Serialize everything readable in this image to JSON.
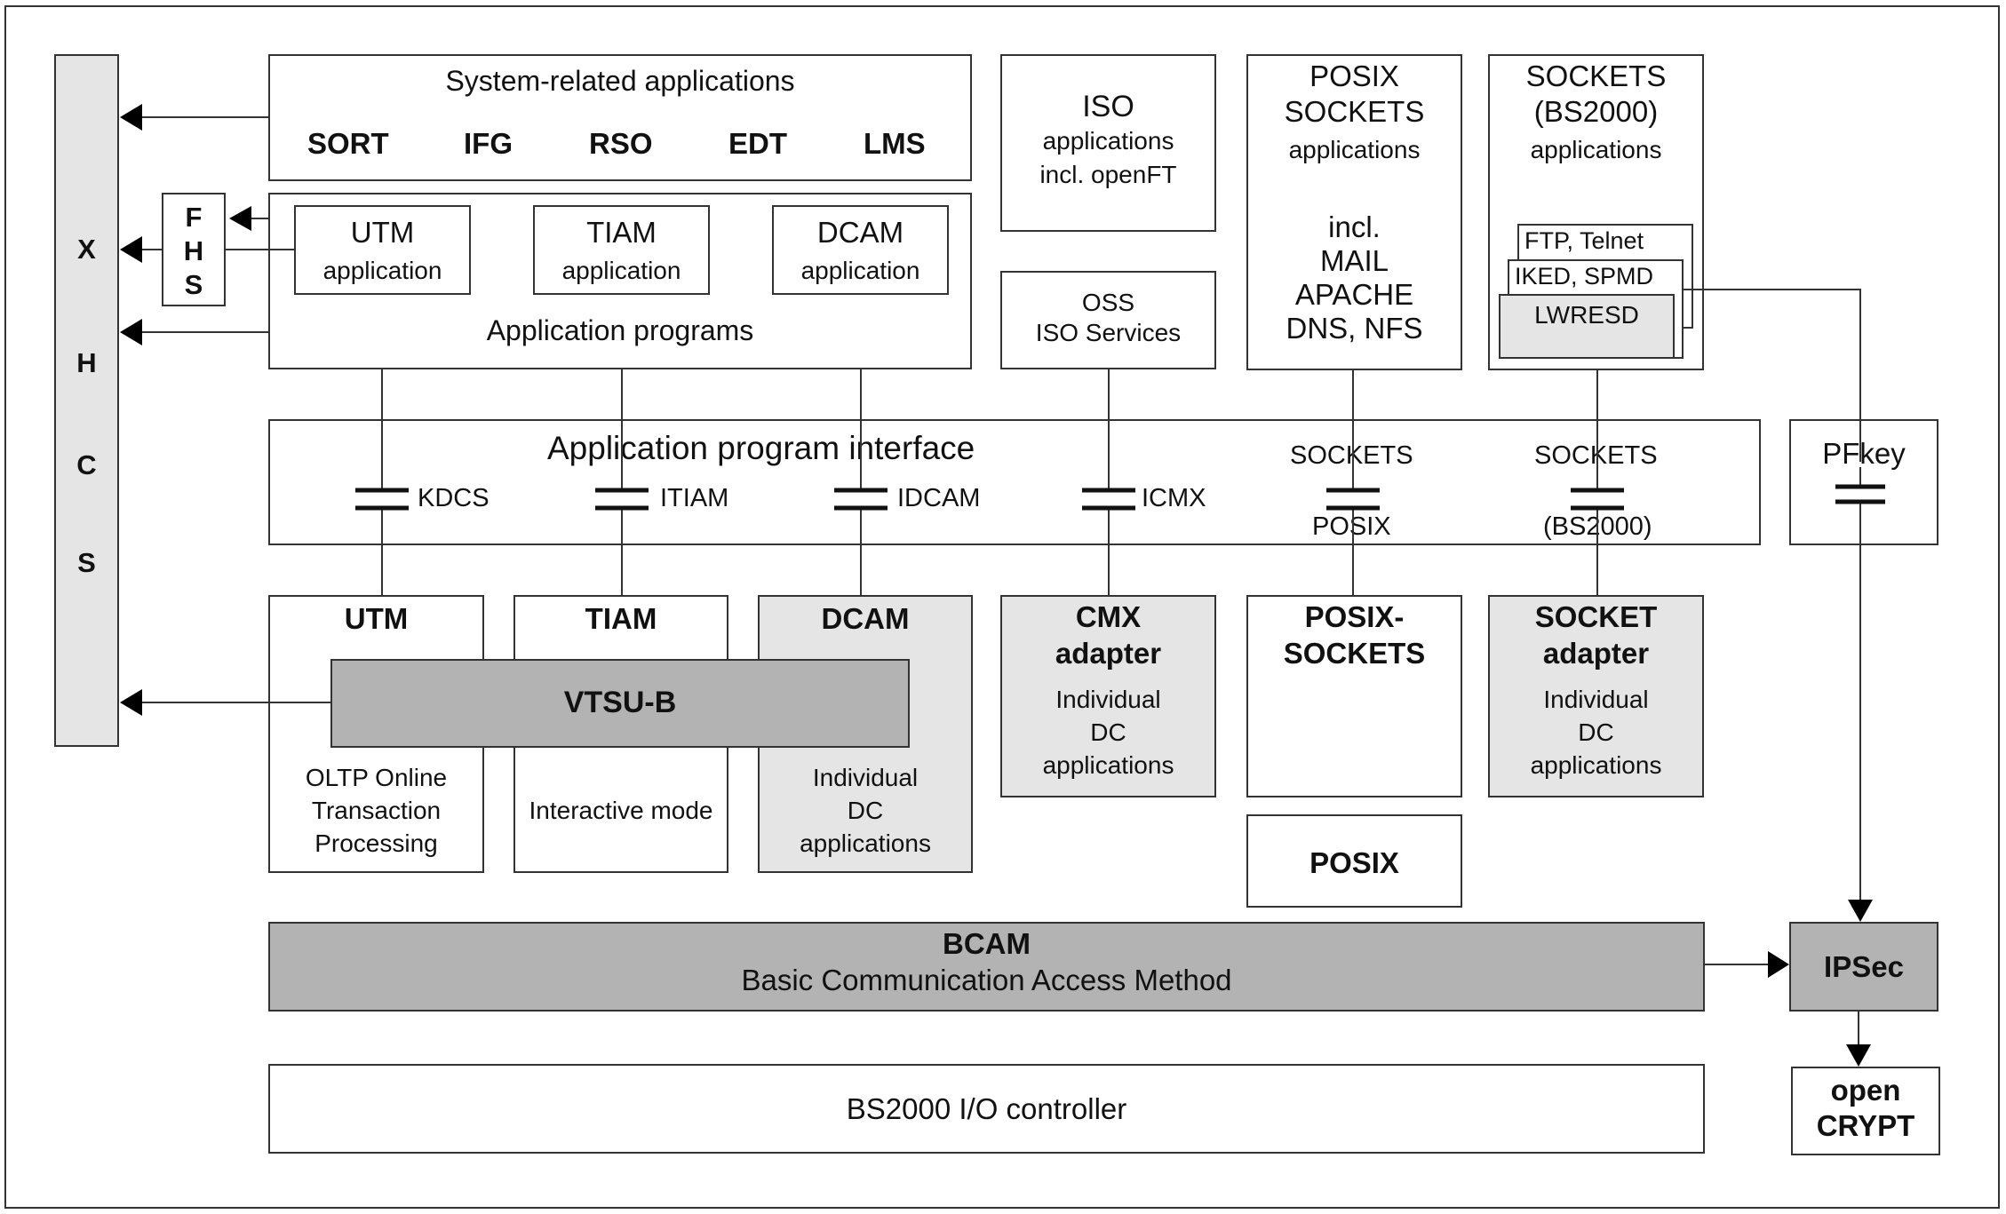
{
  "xhcs": {
    "letters": [
      "X",
      "H",
      "C",
      "S"
    ]
  },
  "fhs": {
    "letters": [
      "F",
      "H",
      "S"
    ]
  },
  "system_apps": {
    "title": "System-related applications",
    "items": [
      "SORT",
      "IFG",
      "RSO",
      "EDT",
      "LMS"
    ]
  },
  "app_programs": {
    "title": "Application programs",
    "sub": [
      {
        "name": "UTM",
        "sub": "application"
      },
      {
        "name": "TIAM",
        "sub": "application"
      },
      {
        "name": "DCAM",
        "sub": "application"
      }
    ]
  },
  "iso_apps": {
    "lines": [
      "ISO",
      "applications",
      "incl. openFT"
    ]
  },
  "oss": {
    "lines": [
      "OSS",
      "ISO Services"
    ]
  },
  "posix_sockets_apps": {
    "lines": [
      "POSIX",
      "SOCKETS",
      "applications"
    ],
    "incl": [
      "incl.",
      "MAIL",
      "APACHE",
      "DNS, NFS"
    ]
  },
  "sockets_bs2000_apps": {
    "lines": [
      "SOCKETS",
      "(BS2000)",
      "applications"
    ],
    "stack": [
      "FTP, Telnet",
      "IKED, SPMD",
      "LWRESD"
    ]
  },
  "api": {
    "title": "Application program interface",
    "interfaces": [
      {
        "label": "KDCS"
      },
      {
        "label": "ITIAM"
      },
      {
        "label": "IDCAM"
      },
      {
        "label": "ICMX"
      },
      {
        "top": "SOCKETS",
        "bottom": "POSIX"
      },
      {
        "top": "SOCKETS",
        "bottom": "(BS2000)"
      }
    ]
  },
  "pfkey": {
    "label": "PFkey"
  },
  "middle": {
    "utm": {
      "title": "UTM",
      "lines": [
        "OLTP Online",
        "Transaction",
        "Processing"
      ]
    },
    "tiam": {
      "title": "TIAM",
      "lines": [
        "Interactive mode"
      ]
    },
    "dcam": {
      "title": "DCAM",
      "lines": [
        "Individual",
        "DC",
        "applications"
      ]
    },
    "vtsub": {
      "title": "VTSU-B"
    },
    "cmx": {
      "title": [
        "CMX",
        "adapter"
      ],
      "lines": [
        "Individual",
        "DC",
        "applications"
      ]
    },
    "posix_sockets": {
      "title": [
        "POSIX-",
        "SOCKETS"
      ]
    },
    "socket_adapter": {
      "title": [
        "SOCKET",
        "adapter"
      ],
      "lines": [
        "Individual",
        "DC",
        "applications"
      ]
    },
    "posix": {
      "title": "POSIX"
    }
  },
  "bcam": {
    "title": "BCAM",
    "sub": "Basic Communication Access Method"
  },
  "ipsec": {
    "label": "IPSec"
  },
  "io": {
    "label": "BS2000 I/O controller"
  },
  "opencrypt": {
    "lines": [
      "open",
      "CRYPT"
    ]
  },
  "colors": {
    "light_gray": "#e5e5e5",
    "dark_gray": "#b3b3b3",
    "line": "#333333"
  }
}
